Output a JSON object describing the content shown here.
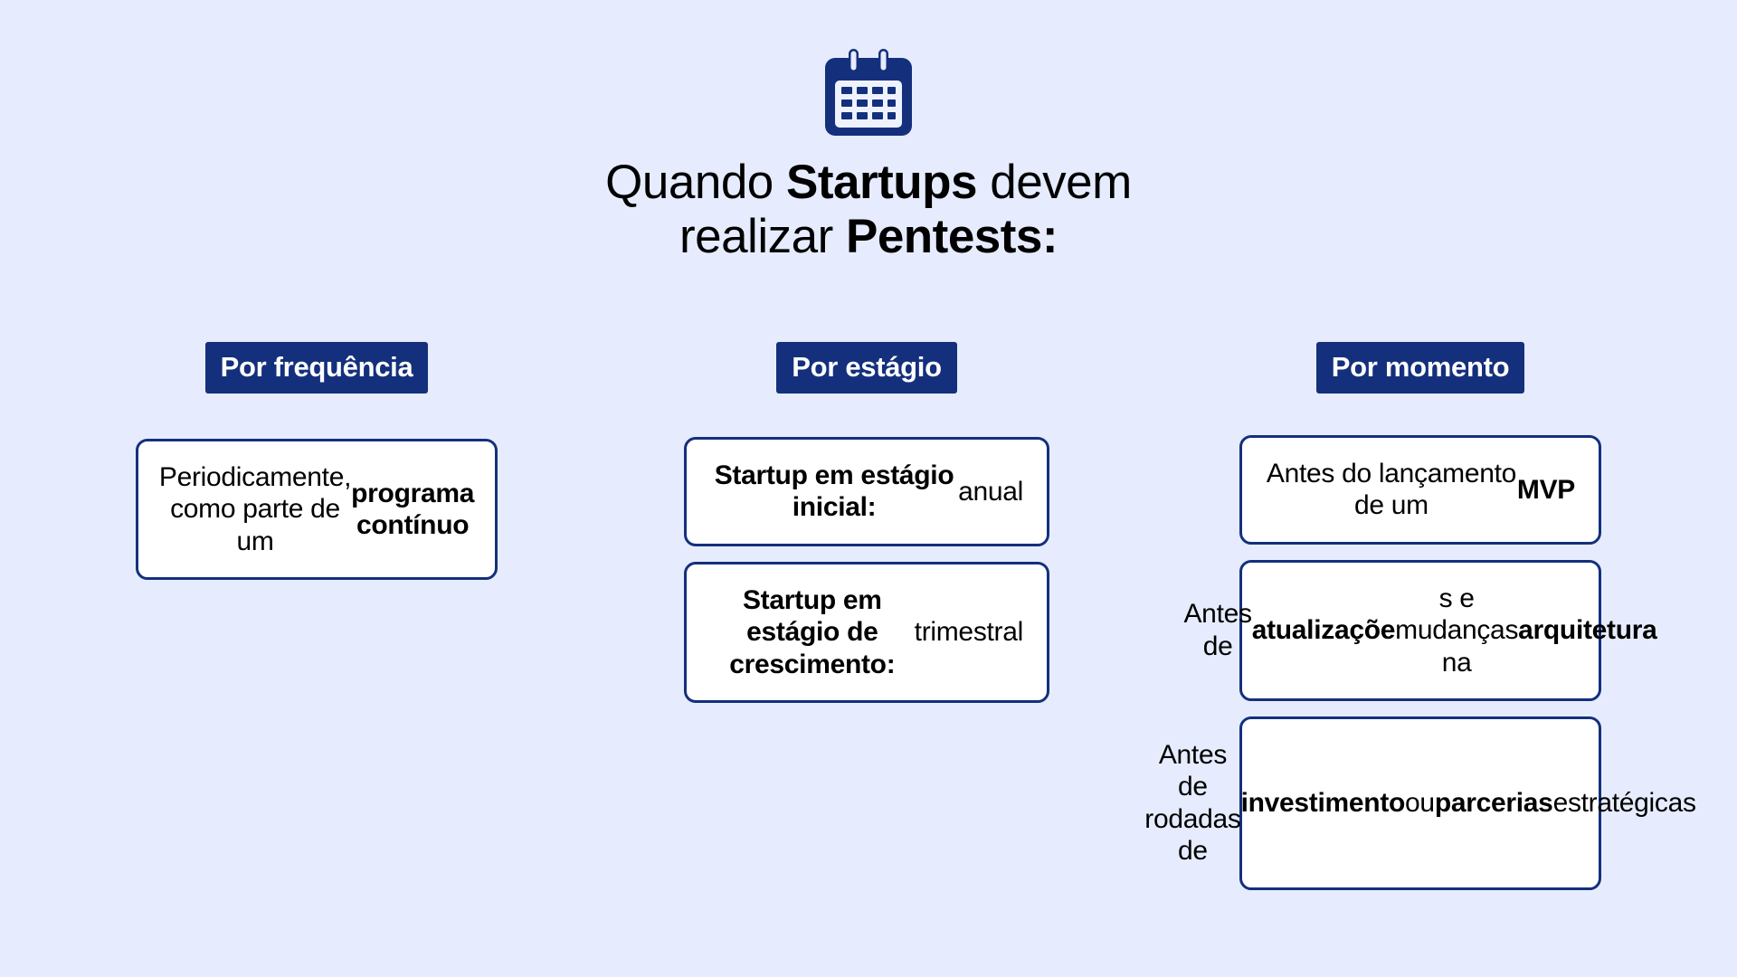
{
  "theme": {
    "background": "#e6ecfd",
    "navy": "#14307d",
    "card_background": "#ffffff",
    "text": "#000000",
    "badge_text": "#ffffff"
  },
  "header": {
    "icon": "calendar-icon",
    "title_line1_prefix": "Quando ",
    "title_line1_bold": "Startups",
    "title_line1_suffix": " devem",
    "title_line2_prefix": "realizar ",
    "title_line2_bold": "Pentests:",
    "title_full": "Quando Startups devem realizar Pentests:"
  },
  "columns": [
    {
      "badge": "Por frequência",
      "cards": [
        {
          "parts": [
            {
              "text": "Periodicamente, como parte de um ",
              "bold": false
            },
            {
              "text": "programa contínuo",
              "bold": true
            }
          ],
          "plain": "Periodicamente, como parte de um programa contínuo"
        }
      ]
    },
    {
      "badge": "Por estágio",
      "cards": [
        {
          "parts": [
            {
              "text": "Startup em estágio inicial:",
              "bold": true
            },
            {
              "text": " anual",
              "bold": false
            }
          ],
          "plain": "Startup em estágio inicial: anual"
        },
        {
          "parts": [
            {
              "text": "Startup em estágio de crescimento:",
              "bold": true
            },
            {
              "text": " trimestral",
              "bold": false
            }
          ],
          "plain": "Startup em estágio de crescimento: trimestral"
        }
      ]
    },
    {
      "badge": "Por momento",
      "cards": [
        {
          "parts": [
            {
              "text": "Antes do lançamento de um ",
              "bold": false
            },
            {
              "text": "MVP",
              "bold": true
            }
          ],
          "plain": "Antes do lançamento de um MVP"
        },
        {
          "parts": [
            {
              "text": "Antes de ",
              "bold": false
            },
            {
              "text": "atualizaçõe",
              "bold": true
            },
            {
              "text": "s e mudanças na ",
              "bold": false
            },
            {
              "text": "arquitetura",
              "bold": true
            }
          ],
          "plain": "Antes de atualizações e mudanças na arquitetura"
        },
        {
          "parts": [
            {
              "text": "Antes de rodadas de ",
              "bold": false
            },
            {
              "text": "investimento",
              "bold": true
            },
            {
              "text": " ou ",
              "bold": false
            },
            {
              "text": "parcerias",
              "bold": true
            },
            {
              "text": " estratégicas",
              "bold": false
            }
          ],
          "plain": "Antes de rodadas de investimento ou parcerias estratégicas",
          "tall": true
        }
      ]
    }
  ]
}
